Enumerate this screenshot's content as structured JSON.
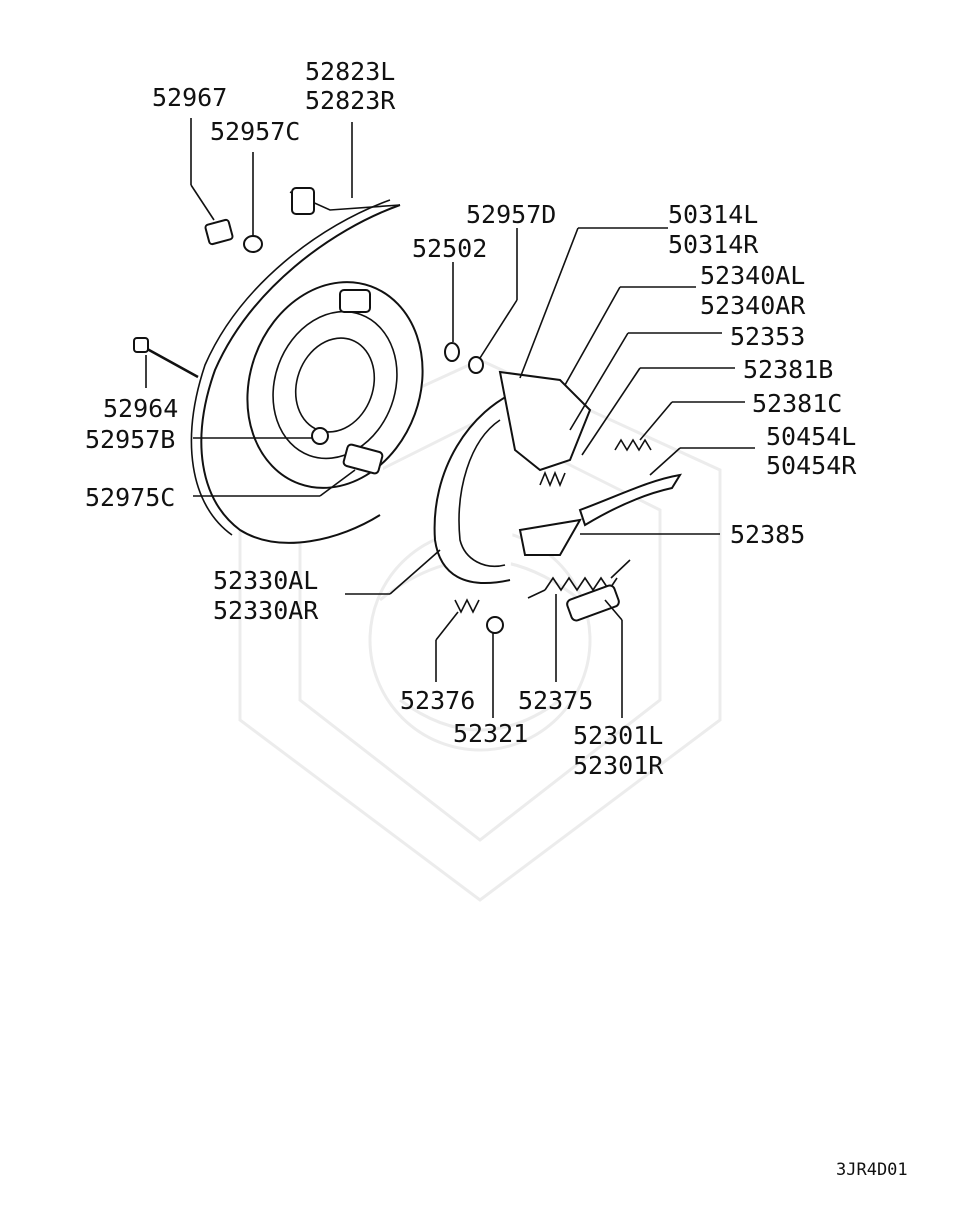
{
  "labels": {
    "p52823": [
      "52823L",
      "52823R"
    ],
    "p52967": "52967",
    "p52957C": "52957C",
    "p52957D": "52957D",
    "p52502": "52502",
    "p50314": [
      "50314L",
      "50314R"
    ],
    "p52340A": [
      "52340AL",
      "52340AR"
    ],
    "p52353": "52353",
    "p52381B": "52381B",
    "p52381C": "52381C",
    "p50454": [
      "50454L",
      "50454R"
    ],
    "p52964": "52964",
    "p52957B": "52957B",
    "p52975C": "52975C",
    "p52385": "52385",
    "p52330A": [
      "52330AL",
      "52330AR"
    ],
    "p52376": "52376",
    "p52375": "52375",
    "p52321": "52321",
    "p52301": [
      "52301L",
      "52301R"
    ]
  },
  "diagram_code": "3JR4D01"
}
